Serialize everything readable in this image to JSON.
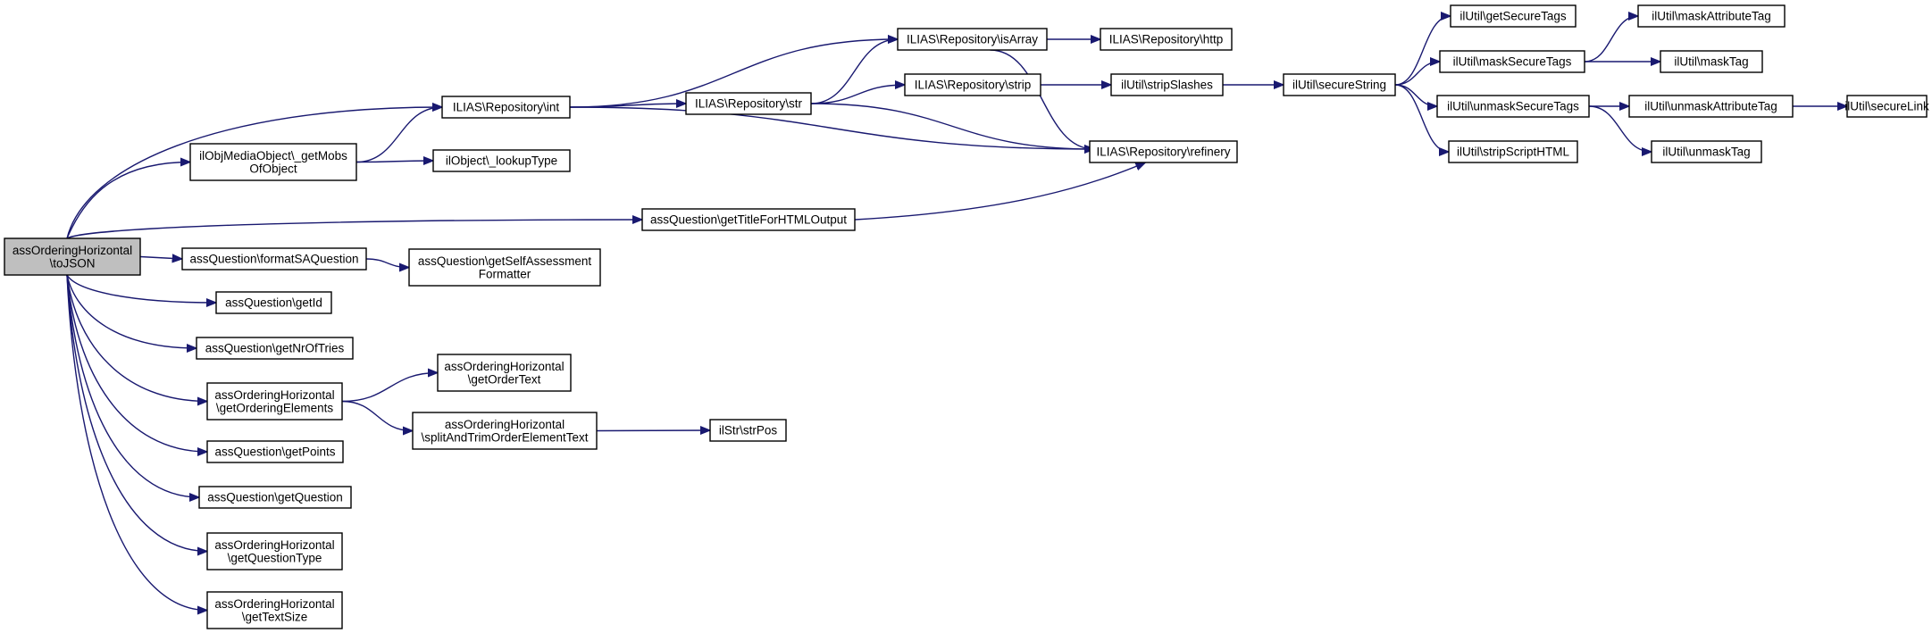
{
  "diagram": {
    "type": "call-graph",
    "colors": {
      "edge": "#191970",
      "node_border": "#000000",
      "root_fill": "#bfbfbf",
      "node_fill": "#ffffff"
    },
    "nodes": [
      {
        "id": "root",
        "lines": [
          "assOrderingHorizontal",
          "\\toJSON"
        ],
        "root": true
      },
      {
        "id": "int",
        "lines": [
          "ILIAS\\Repository\\int"
        ]
      },
      {
        "id": "getMobs",
        "lines": [
          "ilObjMediaObject\\_getMobs",
          "OfObject"
        ]
      },
      {
        "id": "lookupType",
        "lines": [
          "ilObject\\_lookupType"
        ]
      },
      {
        "id": "str",
        "lines": [
          "ILIAS\\Repository\\str"
        ]
      },
      {
        "id": "isArray",
        "lines": [
          "ILIAS\\Repository\\isArray"
        ]
      },
      {
        "id": "http",
        "lines": [
          "ILIAS\\Repository\\http"
        ]
      },
      {
        "id": "strip",
        "lines": [
          "ILIAS\\Repository\\strip"
        ]
      },
      {
        "id": "stripSlashes",
        "lines": [
          "ilUtil\\stripSlashes"
        ]
      },
      {
        "id": "secureString",
        "lines": [
          "ilUtil\\secureString"
        ]
      },
      {
        "id": "refinery",
        "lines": [
          "ILIAS\\Repository\\refinery"
        ]
      },
      {
        "id": "getSecureTags",
        "lines": [
          "ilUtil\\getSecureTags"
        ]
      },
      {
        "id": "maskSecureTags",
        "lines": [
          "ilUtil\\maskSecureTags"
        ]
      },
      {
        "id": "maskAttributeTag",
        "lines": [
          "ilUtil\\maskAttributeTag"
        ]
      },
      {
        "id": "maskTag",
        "lines": [
          "ilUtil\\maskTag"
        ]
      },
      {
        "id": "unmaskSecureTags",
        "lines": [
          "ilUtil\\unmaskSecureTags"
        ]
      },
      {
        "id": "unmaskAttributeTag",
        "lines": [
          "ilUtil\\unmaskAttributeTag"
        ]
      },
      {
        "id": "secureLink",
        "lines": [
          "ilUtil\\secureLink"
        ]
      },
      {
        "id": "unmaskTag",
        "lines": [
          "ilUtil\\unmaskTag"
        ]
      },
      {
        "id": "stripScriptHTML",
        "lines": [
          "ilUtil\\stripScriptHTML"
        ]
      },
      {
        "id": "getTitle",
        "lines": [
          "assQuestion\\getTitleForHTMLOutput"
        ]
      },
      {
        "id": "formatSA",
        "lines": [
          "assQuestion\\formatSAQuestion"
        ]
      },
      {
        "id": "getSelfAssess",
        "lines": [
          "assQuestion\\getSelfAssessment",
          "Formatter"
        ]
      },
      {
        "id": "getId",
        "lines": [
          "assQuestion\\getId"
        ]
      },
      {
        "id": "getNrOfTries",
        "lines": [
          "assQuestion\\getNrOfTries"
        ]
      },
      {
        "id": "getOrderingElements",
        "lines": [
          "assOrderingHorizontal",
          "\\getOrderingElements"
        ]
      },
      {
        "id": "getOrderText",
        "lines": [
          "assOrderingHorizontal",
          "\\getOrderText"
        ]
      },
      {
        "id": "splitAndTrim",
        "lines": [
          "assOrderingHorizontal",
          "\\splitAndTrimOrderElementText"
        ]
      },
      {
        "id": "strPos",
        "lines": [
          "ilStr\\strPos"
        ]
      },
      {
        "id": "getPoints",
        "lines": [
          "assQuestion\\getPoints"
        ]
      },
      {
        "id": "getQuestion",
        "lines": [
          "assQuestion\\getQuestion"
        ]
      },
      {
        "id": "getQuestionType",
        "lines": [
          "assOrderingHorizontal",
          "\\getQuestionType"
        ]
      },
      {
        "id": "getTextSize",
        "lines": [
          "assOrderingHorizontal",
          "\\getTextSize"
        ]
      }
    ],
    "edges": [
      [
        "root",
        "int"
      ],
      [
        "root",
        "getMobs"
      ],
      [
        "root",
        "getTitle"
      ],
      [
        "root",
        "formatSA"
      ],
      [
        "root",
        "getId"
      ],
      [
        "root",
        "getNrOfTries"
      ],
      [
        "root",
        "getOrderingElements"
      ],
      [
        "root",
        "getPoints"
      ],
      [
        "root",
        "getQuestion"
      ],
      [
        "root",
        "getQuestionType"
      ],
      [
        "root",
        "getTextSize"
      ],
      [
        "int",
        "isArray"
      ],
      [
        "int",
        "str"
      ],
      [
        "int",
        "refinery"
      ],
      [
        "getMobs",
        "int"
      ],
      [
        "getMobs",
        "lookupType"
      ],
      [
        "str",
        "isArray"
      ],
      [
        "str",
        "strip"
      ],
      [
        "str",
        "refinery"
      ],
      [
        "isArray",
        "http"
      ],
      [
        "isArray",
        "refinery"
      ],
      [
        "strip",
        "stripSlashes"
      ],
      [
        "stripSlashes",
        "secureString"
      ],
      [
        "secureString",
        "getSecureTags"
      ],
      [
        "secureString",
        "maskSecureTags"
      ],
      [
        "secureString",
        "unmaskSecureTags"
      ],
      [
        "secureString",
        "stripScriptHTML"
      ],
      [
        "maskSecureTags",
        "maskAttributeTag"
      ],
      [
        "maskSecureTags",
        "maskTag"
      ],
      [
        "unmaskSecureTags",
        "unmaskAttributeTag"
      ],
      [
        "unmaskSecureTags",
        "unmaskTag"
      ],
      [
        "unmaskAttributeTag",
        "secureLink"
      ],
      [
        "getTitle",
        "refinery"
      ],
      [
        "formatSA",
        "getSelfAssess"
      ],
      [
        "getOrderingElements",
        "getOrderText"
      ],
      [
        "getOrderingElements",
        "splitAndTrim"
      ],
      [
        "splitAndTrim",
        "strPos"
      ]
    ]
  }
}
